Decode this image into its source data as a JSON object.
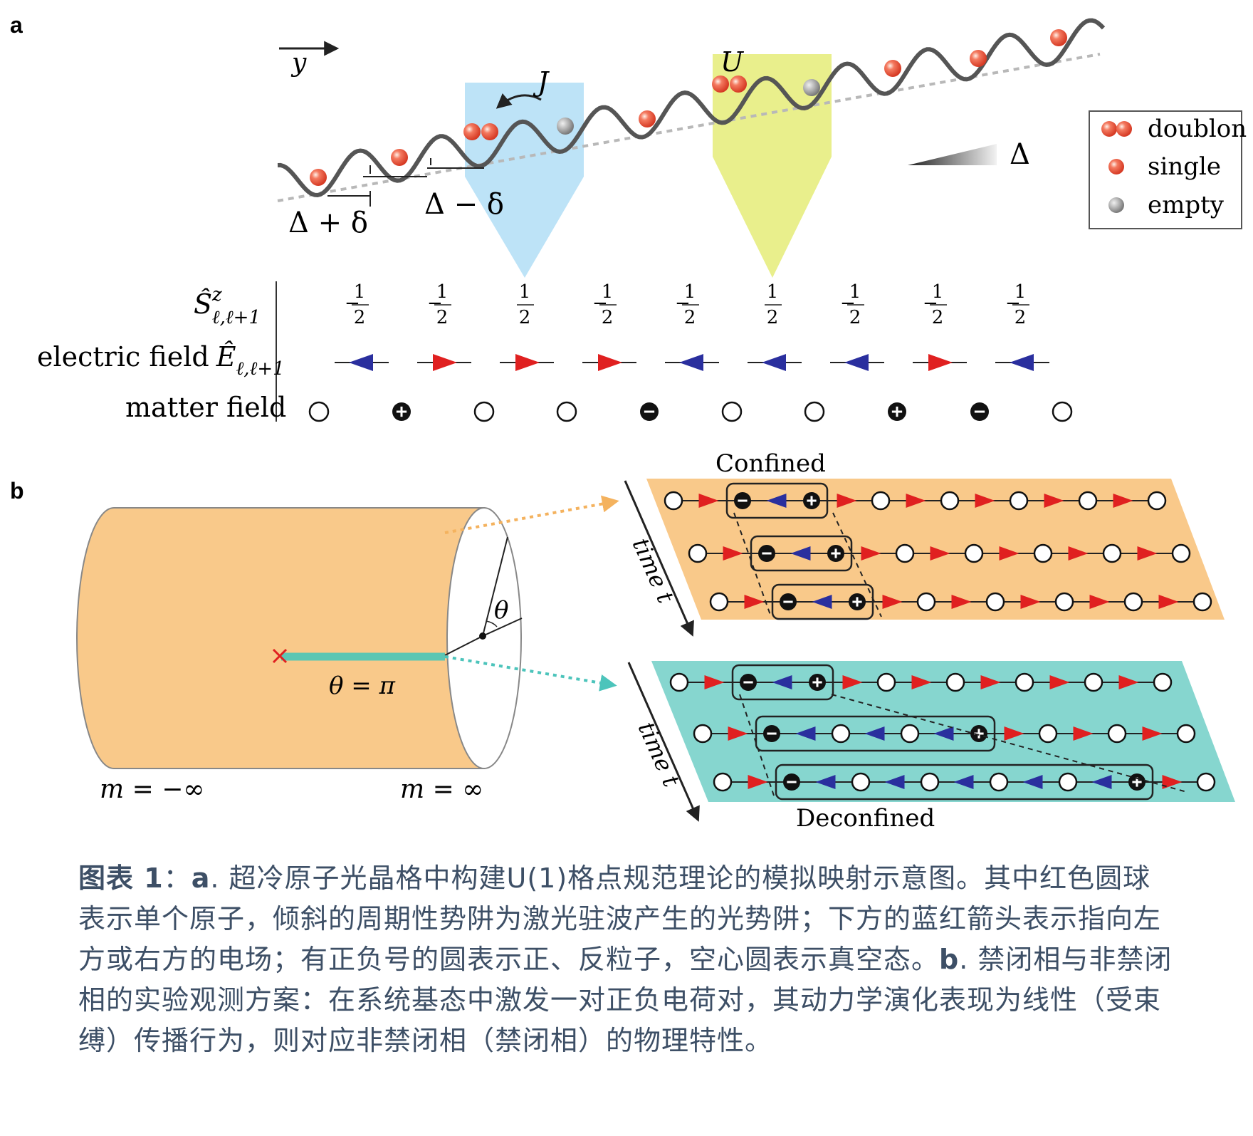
{
  "panel_a": {
    "letter": "a",
    "axis_label": "y",
    "label_J": "J",
    "label_U": "U",
    "label_delta_plus": "Δ + δ",
    "label_delta_minus": "Δ − δ",
    "label_delta": "Δ",
    "legend": {
      "doublon": "doublon",
      "single": "single",
      "empty": "empty"
    },
    "row_labels": {
      "spin_html": "Ŝ<tspan baseline-shift='super' font-size='60%'>z</tspan><tspan baseline-shift='sub' font-size='60%'>ℓ,ℓ+1</tspan>",
      "spin": "Ŝ",
      "spin_sup": "z",
      "spin_sub": "ℓ,ℓ+1",
      "electric": "electric field",
      "electric_sym": "Ê",
      "electric_sub": "ℓ,ℓ+1",
      "matter": "matter field"
    },
    "spin_values": [
      "−1/2",
      "−1/2",
      "1/2",
      "−1/2",
      "−1/2",
      "1/2",
      "−1/2",
      "−1/2",
      "−1/2"
    ],
    "electric_dirs": [
      "left",
      "right",
      "right",
      "right",
      "left",
      "left",
      "left",
      "right",
      "left"
    ],
    "matter_values": [
      "0",
      "+",
      "0",
      "0",
      "−",
      "0",
      "0",
      "+",
      "−",
      "0"
    ],
    "colors": {
      "blue_beam": "#bde3f7",
      "yellow_beam": "#e9ef8c",
      "atom": "#e8553f",
      "empty": "#9a9a9a",
      "arrow_red": "#e02020",
      "arrow_blue": "#2a2f9e"
    }
  },
  "panel_b": {
    "letter": "b",
    "theta": "θ",
    "theta_pi": "θ = π",
    "m_left": "m = −∞",
    "m_right": "m = ∞",
    "confined": "Confined",
    "deconfined": "Deconfined",
    "time": "time t",
    "colors": {
      "orange": "#f9c98a",
      "teal": "#86d6cf",
      "cyl": "#f9c98a"
    }
  },
  "caption": {
    "label": "图表 1",
    "colon": "：",
    "a": "a",
    "text_a": ". 超冷原子光晶格中构建U(1)格点规范理论的模拟映射示意图。其中红色圆球表示单个原子，倾斜的周期性势阱为激光驻波产生的光势阱；下方的蓝红箭头表示指向左方或右方的电场；有正负号的圆表示正、反粒子，空心圆表示真空态。",
    "b": "b",
    "text_b": ". 禁闭相与非禁闭相的实验观测方案：在系统基态中激发一对正负电荷对，其动力学演化表现为线性（受束缚）传播行为，则对应非禁闭相（禁闭相）的物理特性。"
  }
}
